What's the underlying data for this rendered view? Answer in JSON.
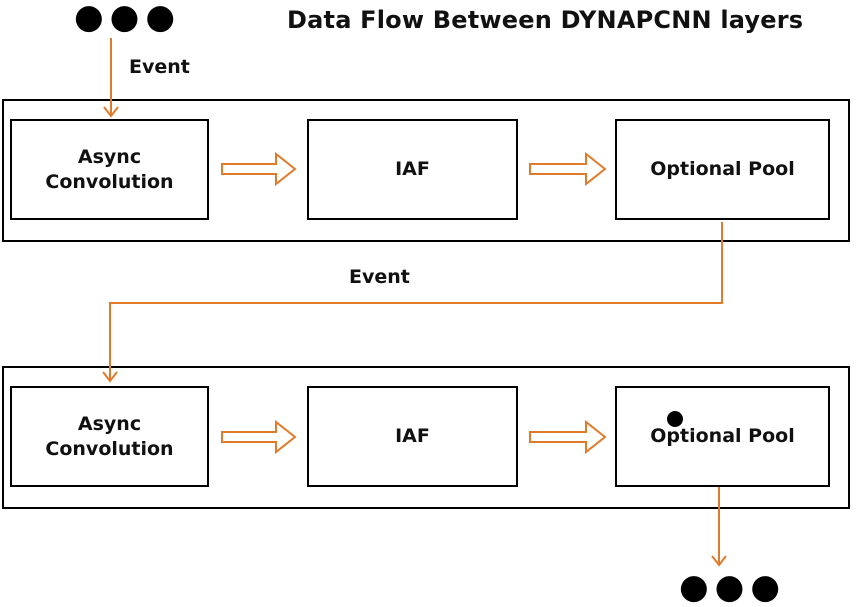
{
  "title": "Data Flow Between DYNAPCNN layers",
  "top_ellipsis": "●●●",
  "bottom_ellipsis": "●●●",
  "top_edge_label": "Event",
  "middle_edge_label": "Event",
  "layer1": {
    "blocks": [
      "Async\nConvolution",
      "IAF",
      "Optional Pool"
    ]
  },
  "layer2": {
    "blocks": [
      "Async\nConvolution",
      "IAF",
      "Optional Pool"
    ]
  },
  "colors": {
    "arrow": "#E07B2C",
    "border": "#000000"
  }
}
